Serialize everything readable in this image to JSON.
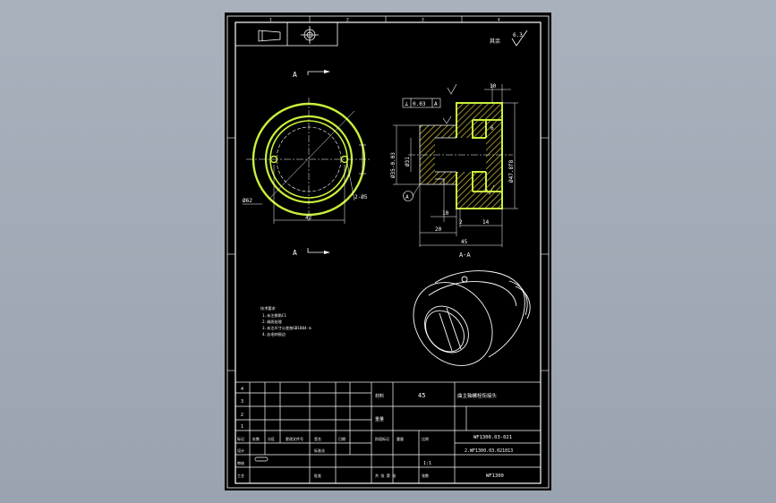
{
  "colors": {
    "background": "#9ea7b4",
    "sheet": "#000000",
    "lines": "#ffffff",
    "highlight": "#c8f03c",
    "hatch": "#d4c23a"
  },
  "title_block": {
    "title": "曲主轴螺栓衔接头",
    "material": "45",
    "drawing_no_main": "WF1300.03-021",
    "drawing_no_sub": "2.WF1300.03.021013",
    "product_code": "WF1300",
    "scale": "1:1",
    "row_numbers": [
      "4",
      "3",
      "2",
      "1"
    ],
    "labels": {
      "material_label": "材料",
      "weight_label": "重量",
      "stage_label": "阶段标记",
      "weight_col": "重量",
      "scale_col": "比例",
      "sheet_label": "共 张 第 张",
      "sheets": "张数",
      "designer": "设计",
      "reviewer": "审核",
      "process": "工艺",
      "standard": "标准化",
      "approve": "批准",
      "date": "日期",
      "revision": "标记",
      "count": "处数",
      "zone": "分区",
      "change_doc": "更改文件号",
      "sign": "签名"
    }
  },
  "views": {
    "section_label_top": "A",
    "section_label_bottom": "A",
    "section_view_label": "A-A",
    "datum_label": "A"
  },
  "dimensions": {
    "outer_dia": "Ø62",
    "width_42": "42",
    "hole_note": "2-Ø5",
    "tol_perp": "0.03",
    "tol_datum": "A",
    "dim_10_top": "10",
    "dim_35": "Ø35-0.03",
    "dim_31": "Ø31",
    "dim_47": "Ø47.8f8",
    "dim_10_bottom": "10",
    "dim_20": "20",
    "dim_2": "2",
    "dim_14": "14",
    "dim_45": "45",
    "dim_6": "6",
    "roughness_top": "6.3",
    "other_label": "其余"
  },
  "notes": {
    "lines": [
      "技术要求",
      "1.未注倒角C1",
      "2.调质处理",
      "3.未注尺寸公差按GB1804-m",
      "4.去毛刺锐边"
    ]
  },
  "sheet_zones": {
    "top": [
      "1",
      "2",
      "3",
      "4"
    ]
  }
}
